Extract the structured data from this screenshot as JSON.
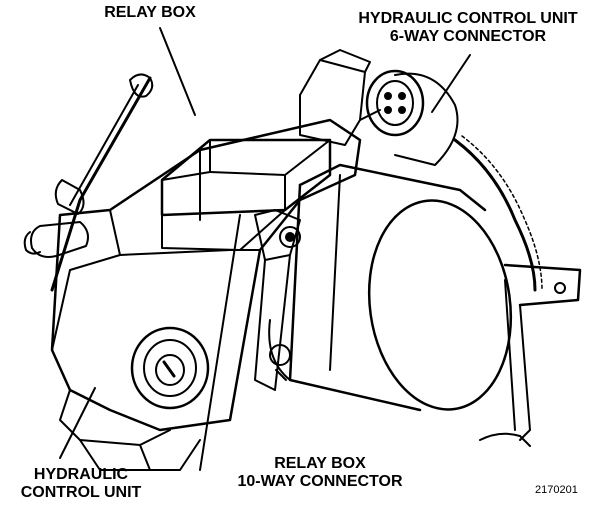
{
  "labels": {
    "relay_box": "RELAY BOX",
    "hcu_connector_line1": "HYDRAULIC CONTROL UNIT",
    "hcu_connector_line2": "6-WAY CONNECTOR",
    "hcu_line1": "HYDRAULIC",
    "hcu_line2": "CONTROL UNIT",
    "relay_connector_line1": "RELAY BOX",
    "relay_connector_line2": "10-WAY CONNECTOR"
  },
  "figure_number": "2170201",
  "colors": {
    "ink": "#000000",
    "paper": "#ffffff"
  }
}
